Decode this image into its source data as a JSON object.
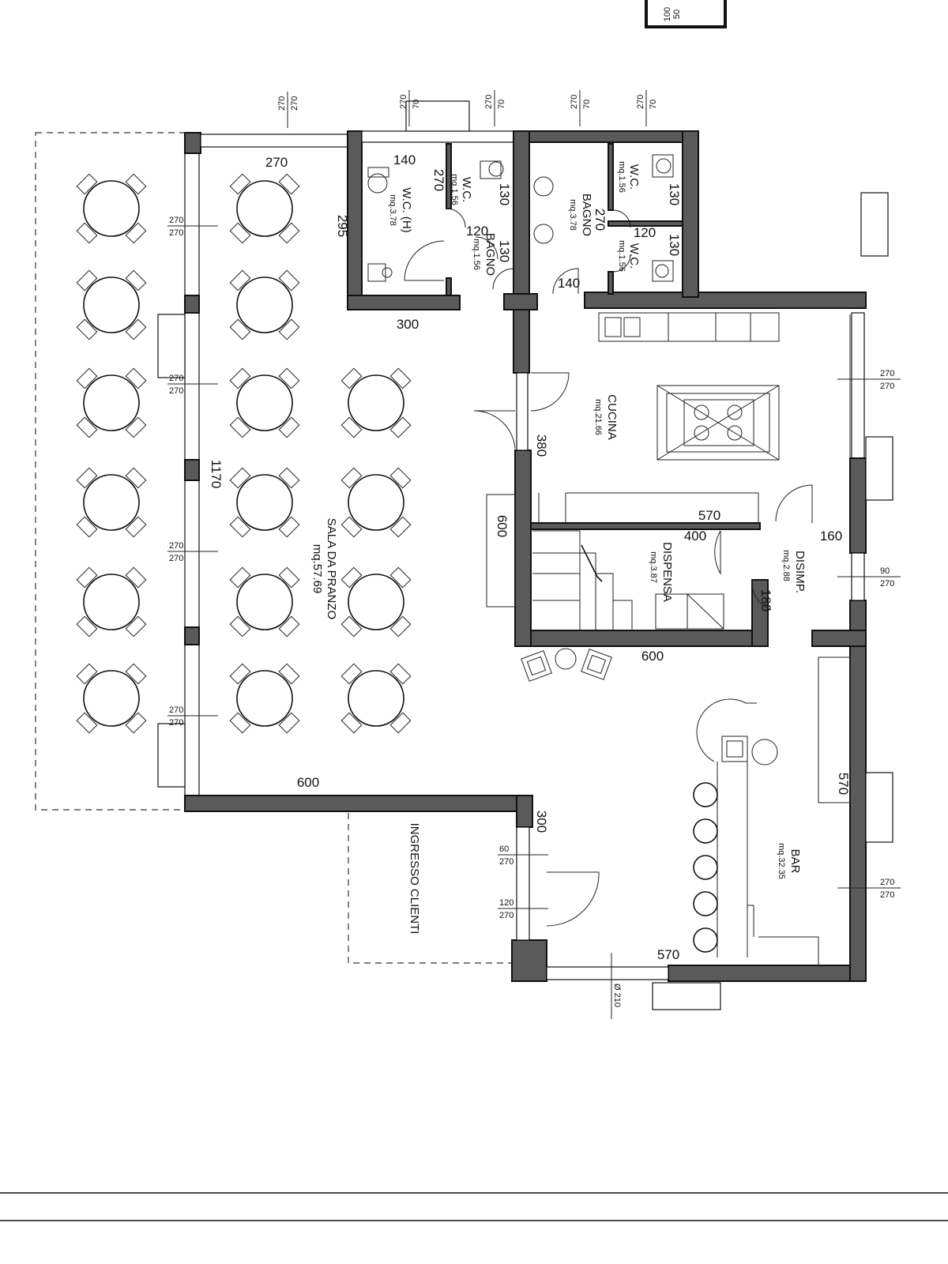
{
  "rooms": {
    "sala": {
      "name": "SALA DA PRANZO",
      "area": "mq.57.69"
    },
    "cucina": {
      "name": "CUCINA",
      "area": "mq.21.66"
    },
    "bar": {
      "name": "BAR",
      "area": "mq.32.35"
    },
    "dispensa": {
      "name": "DISPENSA",
      "area": "mq.3.87"
    },
    "disimp": {
      "name": "DISIMP.",
      "area": "mq.2.88"
    },
    "wc_h": {
      "name": "W.C. (H)",
      "area": "mq.3.78"
    },
    "wc_small_left": {
      "name": "W.C.",
      "area": "mq.1.56"
    },
    "bagno_left": {
      "name": "BAGNO",
      "area": "mq.1.56"
    },
    "bagno_right": {
      "name": "BAGNO",
      "area": "mq.3.78"
    },
    "wc_top_right": {
      "name": "W.C.",
      "area": "mq.1.56"
    },
    "wc_bottom_right": {
      "name": "W.C.",
      "area": "mq.1.56"
    },
    "ingresso": {
      "name": "INGRESSO CLIENTI"
    }
  },
  "dimensions": {
    "top_sala": "270",
    "wc_width": "140",
    "wc_height": "295",
    "wc_bottom": "300",
    "wc_small_w": "270",
    "wc_small_h": "130",
    "bagno_left_w": "120",
    "bagno_left_h": "130",
    "bagno_door": "140",
    "bagno_right_h": "270",
    "wc_tr_h": "130",
    "wc_br_w": "120",
    "wc_br_h": "130",
    "sala_length": "1170",
    "sala_bottom": "600",
    "cucina_side": "380",
    "stair_len": "600",
    "disp_top": "570",
    "disp_inner": "400",
    "disimp_w": "160",
    "disimp_h": "180",
    "disp_bottom": "600",
    "bar_side": "570",
    "bar_bottom": "570",
    "entry_wall": "300",
    "diameter": "Ø 210",
    "top_box_a": "100",
    "top_box_b": "50"
  },
  "openings": {
    "sala_w1": {
      "top": "270",
      "bottom": "270"
    },
    "sala_w2": {
      "top": "270",
      "bottom": "270"
    },
    "sala_w3": {
      "top": "270",
      "bottom": "270"
    },
    "sala_w4": {
      "top": "270",
      "bottom": "270"
    },
    "cucina_w": {
      "top": "270",
      "bottom": "270"
    },
    "disimp_w": {
      "top": "90",
      "bottom": "270"
    },
    "bar_w": {
      "top": "270",
      "bottom": "270"
    },
    "entry_w1": {
      "top": "60",
      "bottom": "270"
    },
    "entry_w2": {
      "top": "120",
      "bottom": "270"
    },
    "top_a": {
      "top": "270",
      "bottom": "270"
    },
    "top_b": {
      "top": "270",
      "bottom": "70"
    },
    "top_c": {
      "top": "270",
      "bottom": "70"
    },
    "top_d": {
      "top": "270",
      "bottom": "70"
    },
    "top_e": {
      "top": "270",
      "bottom": "70"
    },
    "top_f": {
      "top": "270",
      "bottom": "70"
    }
  },
  "tables": {
    "columns": [
      {
        "count": 6
      },
      {
        "count": 6
      },
      {
        "count": 4
      }
    ]
  },
  "bar_stools": 5
}
